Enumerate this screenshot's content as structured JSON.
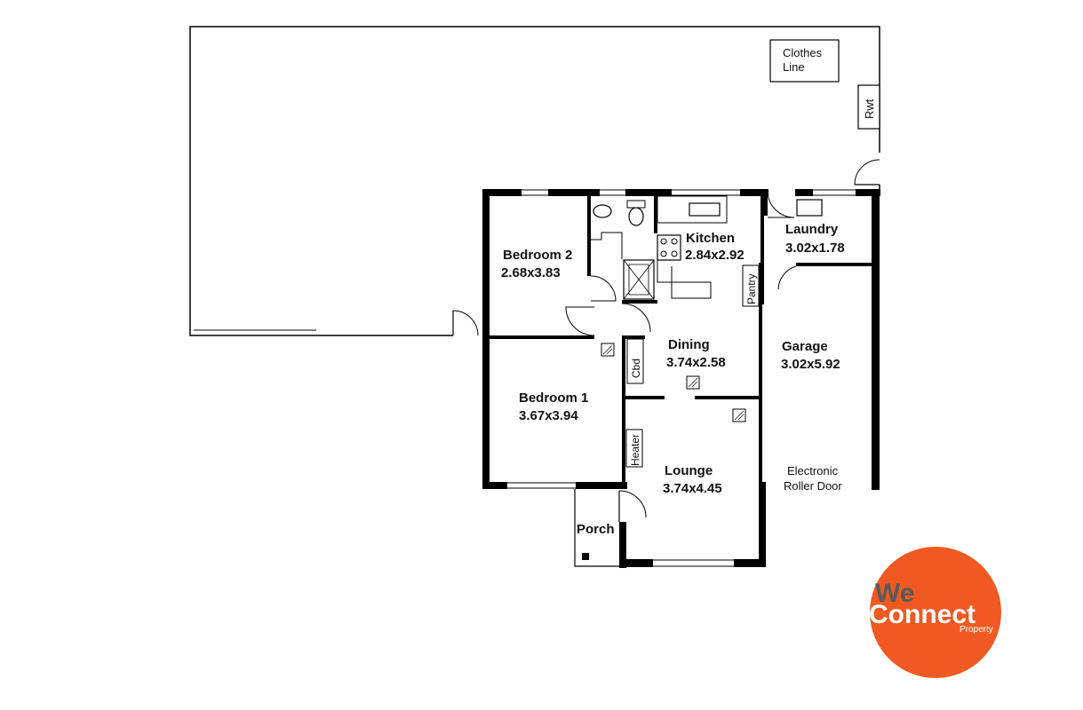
{
  "rooms": {
    "bedroom2": {
      "name": "Bedroom 2",
      "size": "2.68x3.83"
    },
    "kitchen": {
      "name": "Kitchen",
      "size": "2.84x2.92"
    },
    "laundry": {
      "name": "Laundry",
      "size": "3.02x1.78"
    },
    "dining": {
      "name": "Dining",
      "size": "3.74x2.58"
    },
    "garage": {
      "name": "Garage",
      "size": "3.02x5.92"
    },
    "bedroom1": {
      "name": "Bedroom 1",
      "size": "3.67x3.94"
    },
    "lounge": {
      "name": "Lounge",
      "size": "3.74x4.45"
    },
    "porch": {
      "name": "Porch"
    }
  },
  "features": {
    "clothes_line": [
      "Clothes",
      "Line"
    ],
    "rwt": "Rwt",
    "pantry": "Pantry",
    "cbd": "Cbd",
    "heater": "Heater",
    "roller_door": [
      "Electronic",
      "Roller Door"
    ]
  },
  "logo": {
    "line1": "We",
    "line2": "Connect",
    "line3": "Property"
  },
  "colors": {
    "wall": "#000000",
    "logo_circle": "#f05a22",
    "logo_grey": "#5a5a5a"
  }
}
